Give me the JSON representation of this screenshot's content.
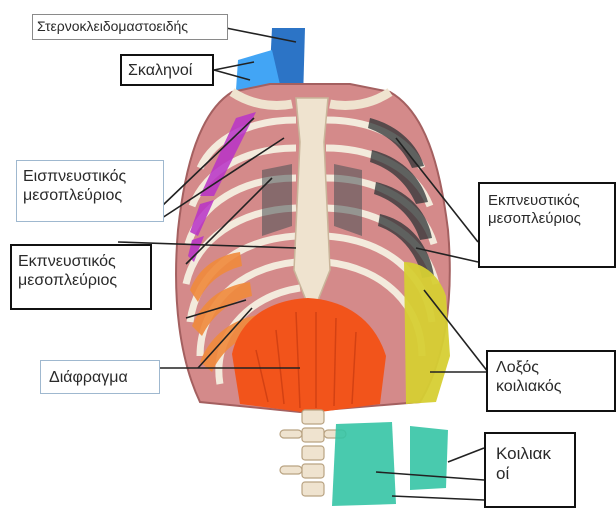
{
  "figure": {
    "colors": {
      "background": "#ffffff",
      "bone": "#efe3cf",
      "rib_red": "#c25a5e",
      "rib_dark": "#2e3436",
      "scalene_blue": "#1e88e5",
      "sternocleido_blue": "#1565c0",
      "external_intercostal_magenta": "#b832c8",
      "internal_intercostal_orange": "#f08a3c",
      "diaphragm_red": "#f2541b",
      "oblique_yellow": "#d6cf33",
      "rectus_teal": "#35c4a5",
      "leader_line": "#222222"
    }
  },
  "labels": {
    "sternocleidomastoid": "Στερνοκλειδομαστοειδής",
    "scalenes": "Σκαληνοί",
    "external_intercostal_line1": "Εισπνευστικός",
    "external_intercostal_line2": "μεσοπλεύριος",
    "internal_intercostal_left_line1": "Εκπνευστικός",
    "internal_intercostal_left_line2": "μεσοπλεύριος",
    "internal_intercostal_right_line1": "Εκπνευστικός",
    "internal_intercostal_right_line2": "μεσοπλεύριος",
    "diaphragm": "Διάφραγμα",
    "oblique_line1": "Λοξός",
    "oblique_line2": "κοιλιακός",
    "rectus_line1": "Κοιλιακ",
    "rectus_line2": "οί"
  }
}
